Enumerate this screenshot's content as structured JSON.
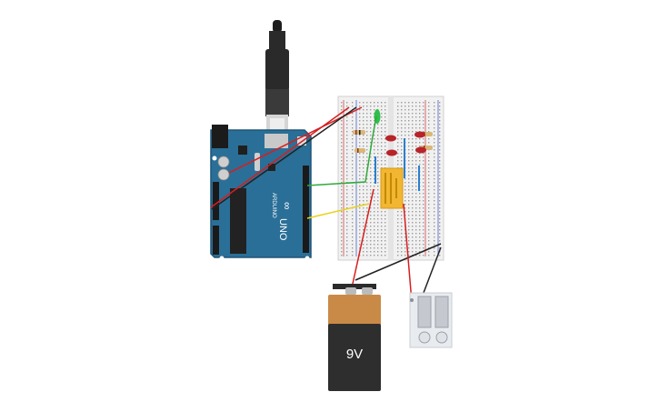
{
  "arduino": {
    "brand": "ARDUINO",
    "model": "UNO",
    "colors": {
      "board": "#2a6f97",
      "board_edge": "#1f5577",
      "header": "#1a1a1a",
      "chip": "#222222"
    }
  },
  "battery": {
    "label": "9V",
    "colors": {
      "top": "#c98a47",
      "body": "#2e2e2e",
      "cap": "#3a3a3a"
    }
  },
  "relay": {
    "colors": {
      "body": "#f2b632",
      "text": "#8a5a00"
    }
  },
  "leds": [
    {
      "color": "#2fbf4a"
    },
    {
      "color": "#b8232a"
    },
    {
      "color": "#b8232a"
    },
    {
      "color": "#b8232a"
    },
    {
      "color": "#b8232a"
    }
  ],
  "wires": {
    "colors": {
      "red": "#d81e1e",
      "black": "#222222",
      "green": "#2faa3a",
      "yellow": "#e8d21a"
    }
  },
  "usb_cable": {
    "colors": {
      "plug": "#2a2a2a",
      "metal": "#cfcfcf"
    }
  },
  "terminal_block": {
    "colors": {
      "body": "#e9ecef",
      "screw": "#c5c9cf"
    }
  }
}
